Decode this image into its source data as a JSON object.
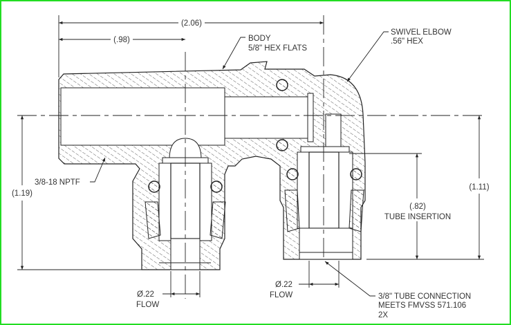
{
  "dimensions": {
    "overall_length": "(2.06)",
    "port_offset": "(.98)",
    "left_height": "(1.19)",
    "right_height": "(1.11)",
    "tube_insertion_value": "(.82)",
    "tube_insertion_label": "TUBE INSERTION",
    "left_flow_dia": "Ø.22",
    "left_flow_label": "FLOW",
    "right_flow_dia": "Ø.22",
    "right_flow_label": "FLOW"
  },
  "callouts": {
    "body_line1": "BODY",
    "body_line2": "5/8\" HEX FLATS",
    "elbow_line1": "SWIVEL ELBOW",
    "elbow_line2": ".56\" HEX",
    "thread": "3/8-18 NPTF",
    "tube_line1": "3/8\" TUBE CONNECTION",
    "tube_line2": "MEETS FMVSS 571.106",
    "tube_line3": "2X"
  },
  "colors": {
    "border": "#22dd22",
    "lines": "#222222"
  }
}
